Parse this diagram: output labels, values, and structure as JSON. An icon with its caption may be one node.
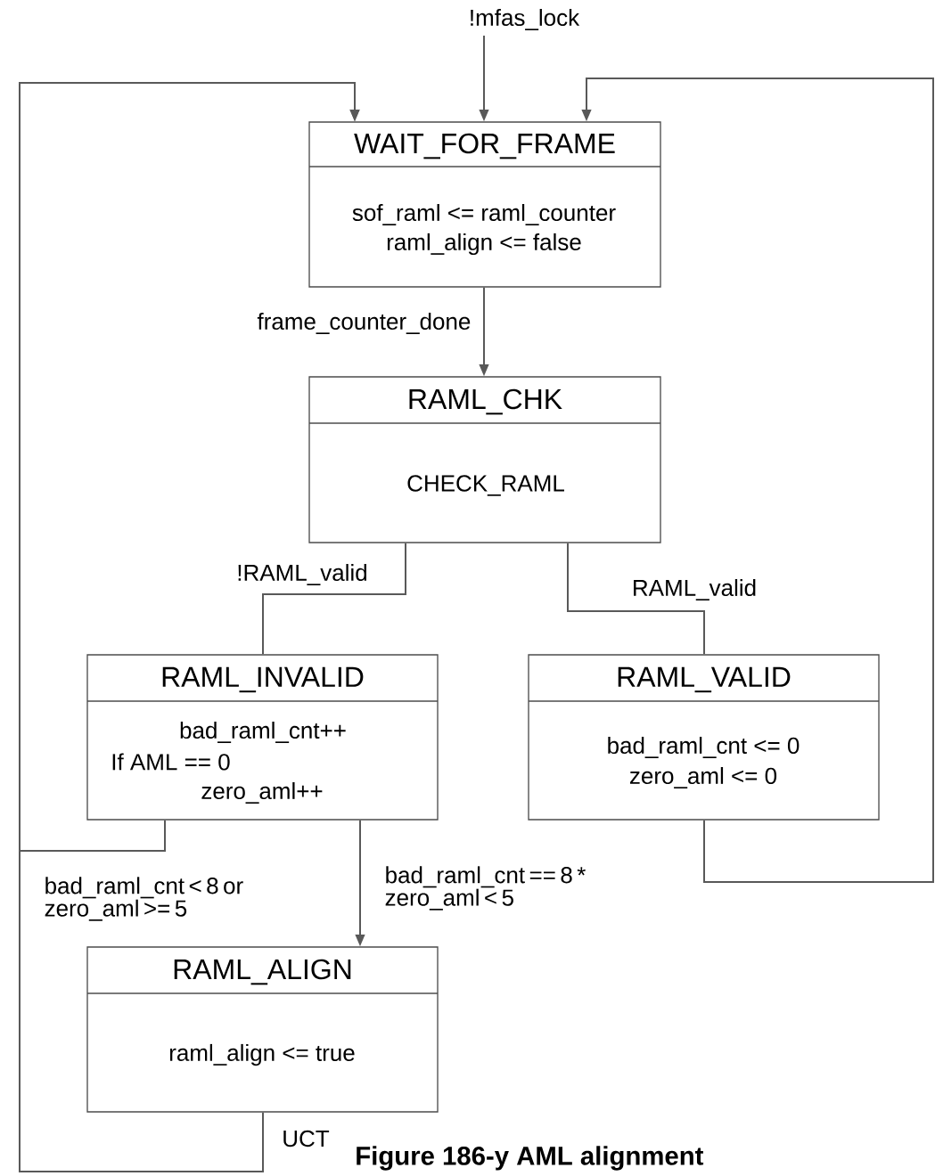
{
  "diagram": {
    "caption": "Figure 186-y AML alignment",
    "nodes": [
      {
        "text": [
          "WAIT_FOR_FRAME",
          "sof_raml <= raml_counter",
          "raml_align <= false"
        ]
      },
      {
        "text": [
          "RAML_CHK",
          "CHECK_RAML"
        ]
      },
      {
        "text": [
          "RAML_INVALID",
          "bad_raml_cnt++",
          "If AML == 0",
          "zero_aml++"
        ]
      },
      {
        "text": [
          "RAML_VALID",
          "bad_raml_cnt <= 0",
          "zero_aml <= 0"
        ]
      },
      {
        "text": [
          "RAML_ALIGN",
          "raml_align <= true"
        ]
      }
    ],
    "edges": [
      {
        "from": null,
        "to": 0,
        "arrow": "to",
        "label": "!mfas_lock"
      },
      {
        "from": 0,
        "to": 1,
        "arrow": "to",
        "label": "frame_counter_done"
      },
      {
        "from": 1,
        "to": 2,
        "arrow": "none",
        "label": "!RAML_valid"
      },
      {
        "from": 1,
        "to": 3,
        "arrow": "none",
        "label": "RAML_valid"
      },
      {
        "from": 2,
        "to": 0,
        "arrow": "to",
        "label": "bad_raml_cnt < 8 or zero_aml >= 5"
      },
      {
        "from": 2,
        "to": 4,
        "arrow": "to",
        "label": "bad_raml_cnt == 8 * zero_aml < 5"
      },
      {
        "from": 4,
        "to": 0,
        "arrow": "to",
        "label": "UCT"
      },
      {
        "from": 3,
        "to": 0,
        "arrow": "to"
      }
    ]
  }
}
